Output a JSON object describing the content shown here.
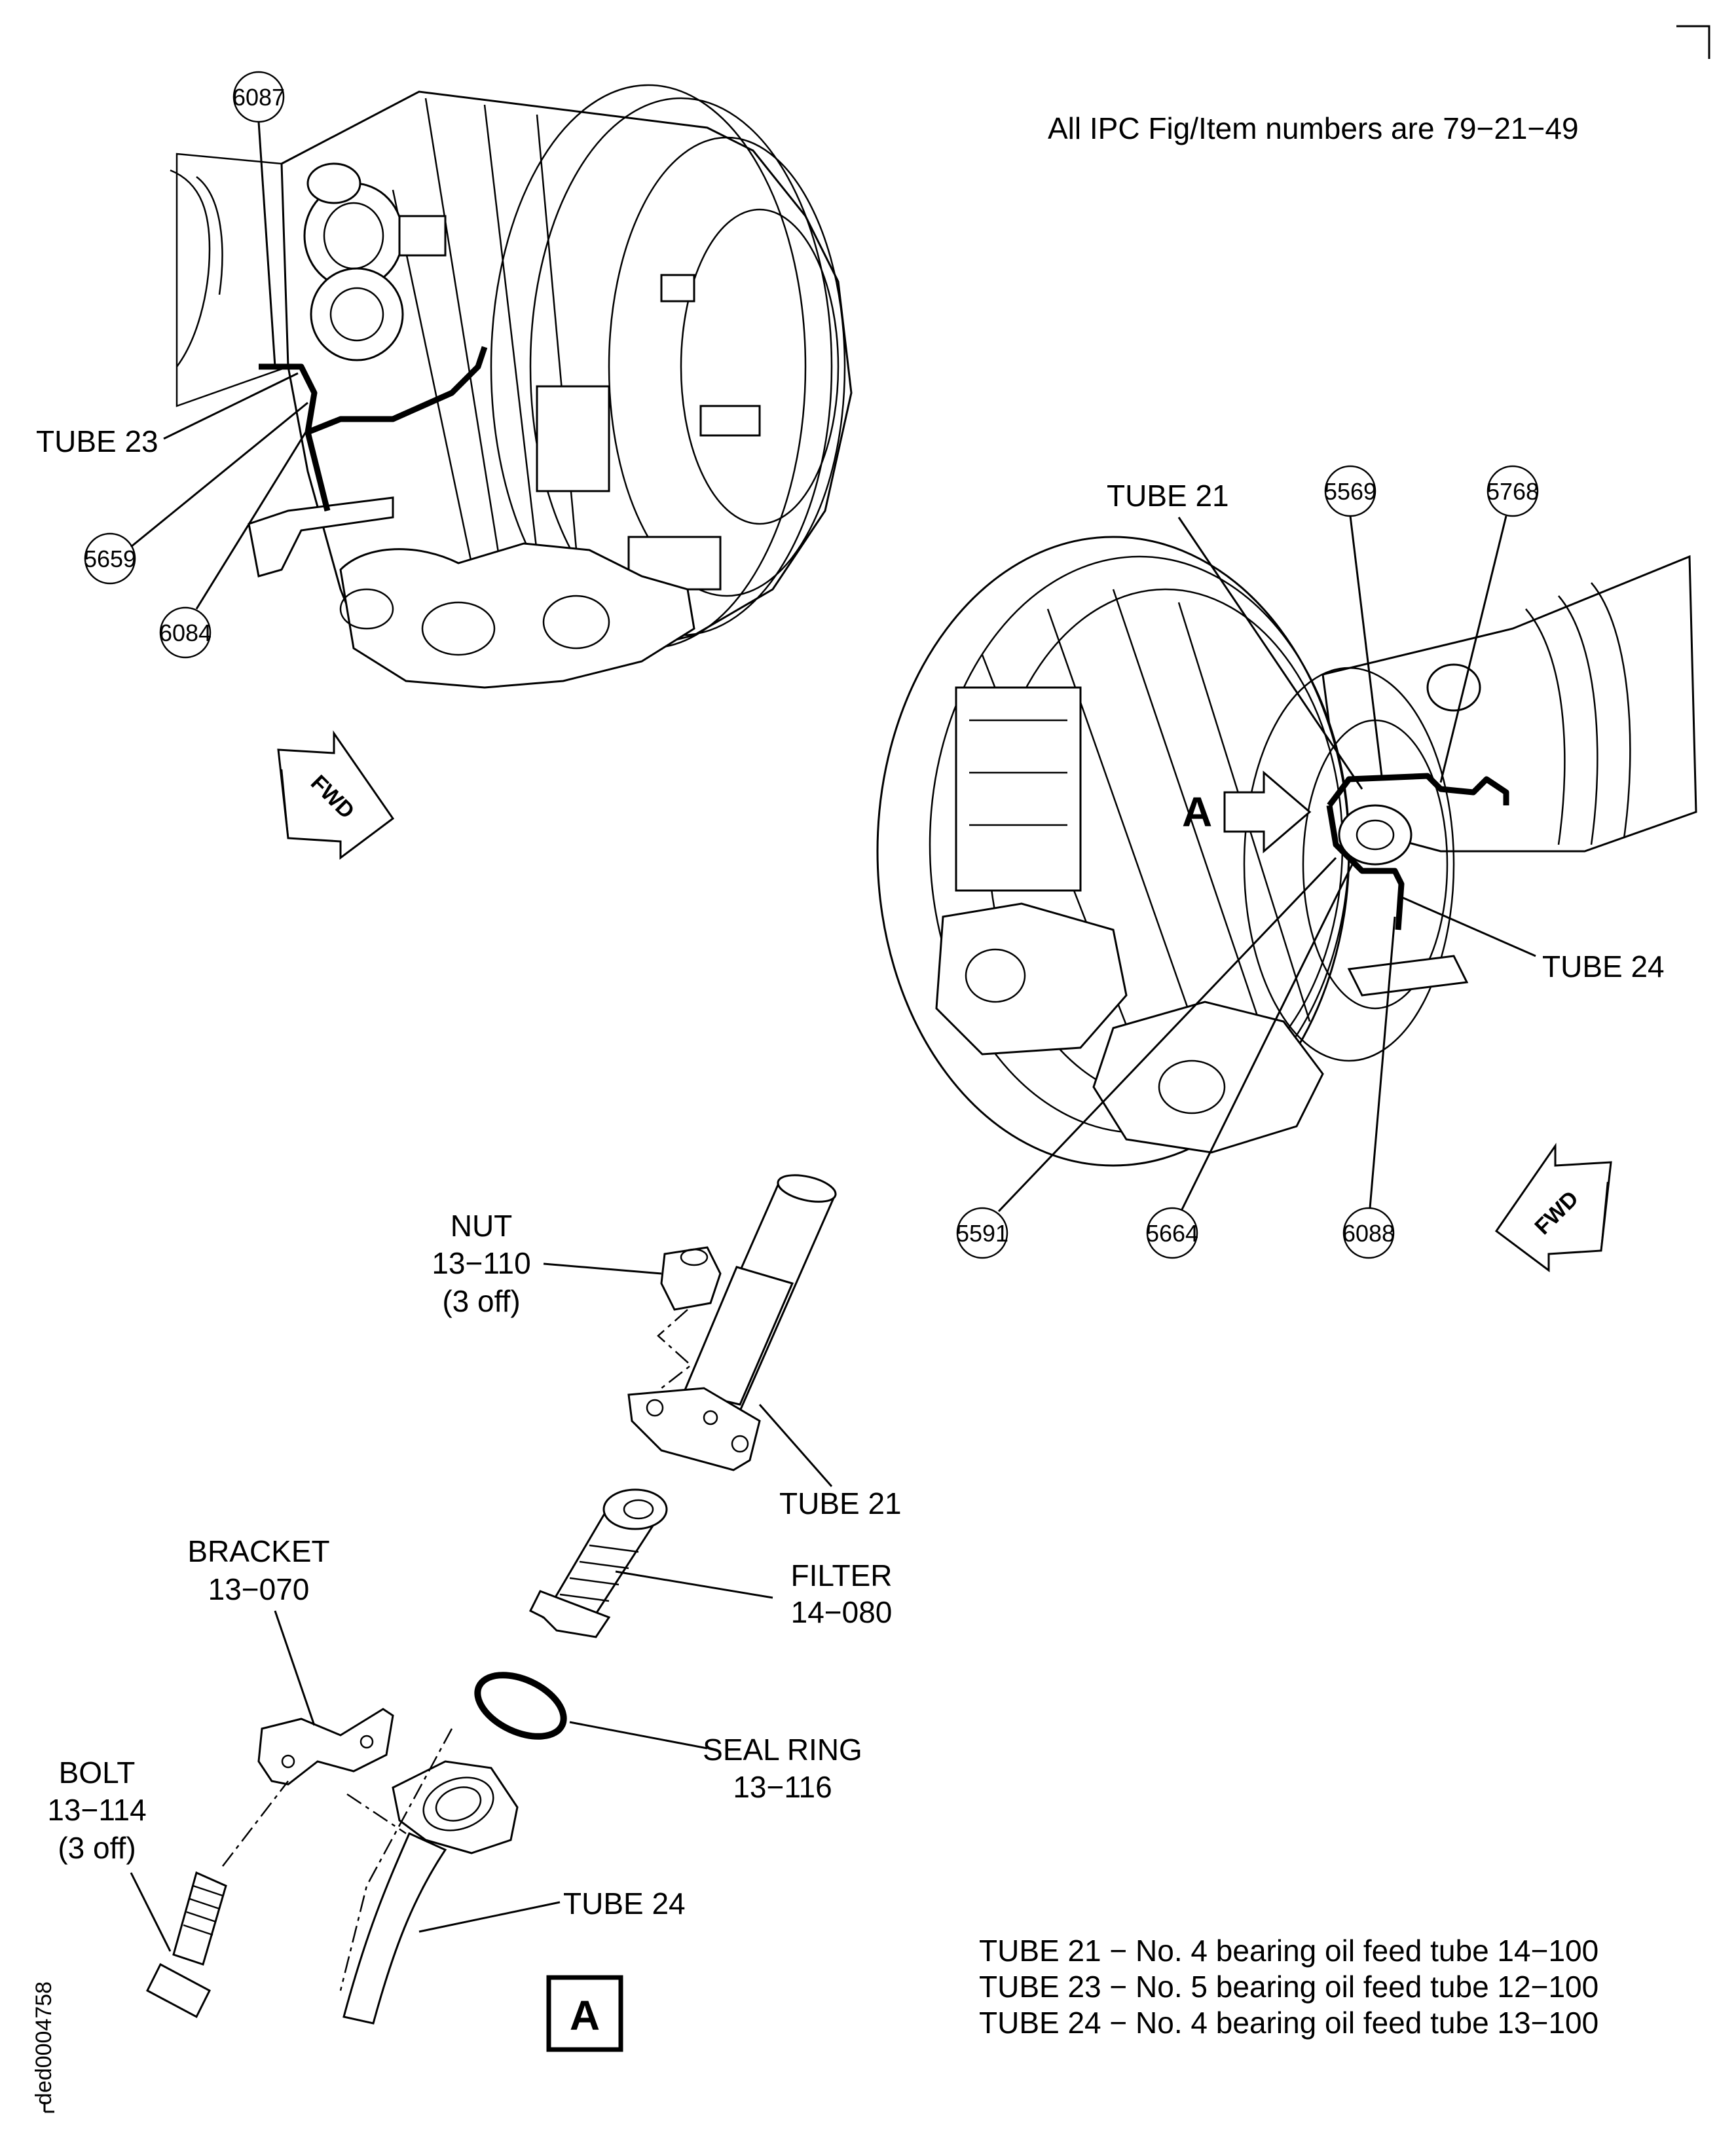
{
  "header_note": "All IPC Fig/Item numbers are 79−21−49",
  "callouts_top_left": {
    "c6087": "6087",
    "c5659": "5659",
    "c6084": "6084",
    "tube23": "TUBE 23"
  },
  "callouts_right": {
    "tube21": "TUBE 21",
    "c5569": "5569",
    "c5768": "5768",
    "tube24": "TUBE 24",
    "c5591": "5591",
    "c5664": "5664",
    "c6088": "6088",
    "view_arrow": "A"
  },
  "fwd_arrows": {
    "left": "FWD",
    "right": "FWD"
  },
  "detail_parts": {
    "nut": {
      "name": "NUT",
      "item": "13−110",
      "qty": "(3 off)"
    },
    "tube21": "TUBE 21",
    "filter": {
      "name": "FILTER",
      "item": "14−080"
    },
    "bracket": {
      "name": "BRACKET",
      "item": "13−070"
    },
    "seal_ring": {
      "name": "SEAL RING",
      "item": "13−116"
    },
    "bolt": {
      "name": "BOLT",
      "item": "13−114",
      "qty": "(3 off)"
    },
    "tube24": "TUBE 24"
  },
  "view_label": "A",
  "legend": [
    "TUBE 21 − No. 4 bearing oil feed tube 14−100",
    "TUBE 23 − No. 5 bearing oil feed tube 12−100",
    "TUBE 24 − No. 4 bearing oil feed tube 13−100"
  ],
  "drawing_id": "ded0004758"
}
